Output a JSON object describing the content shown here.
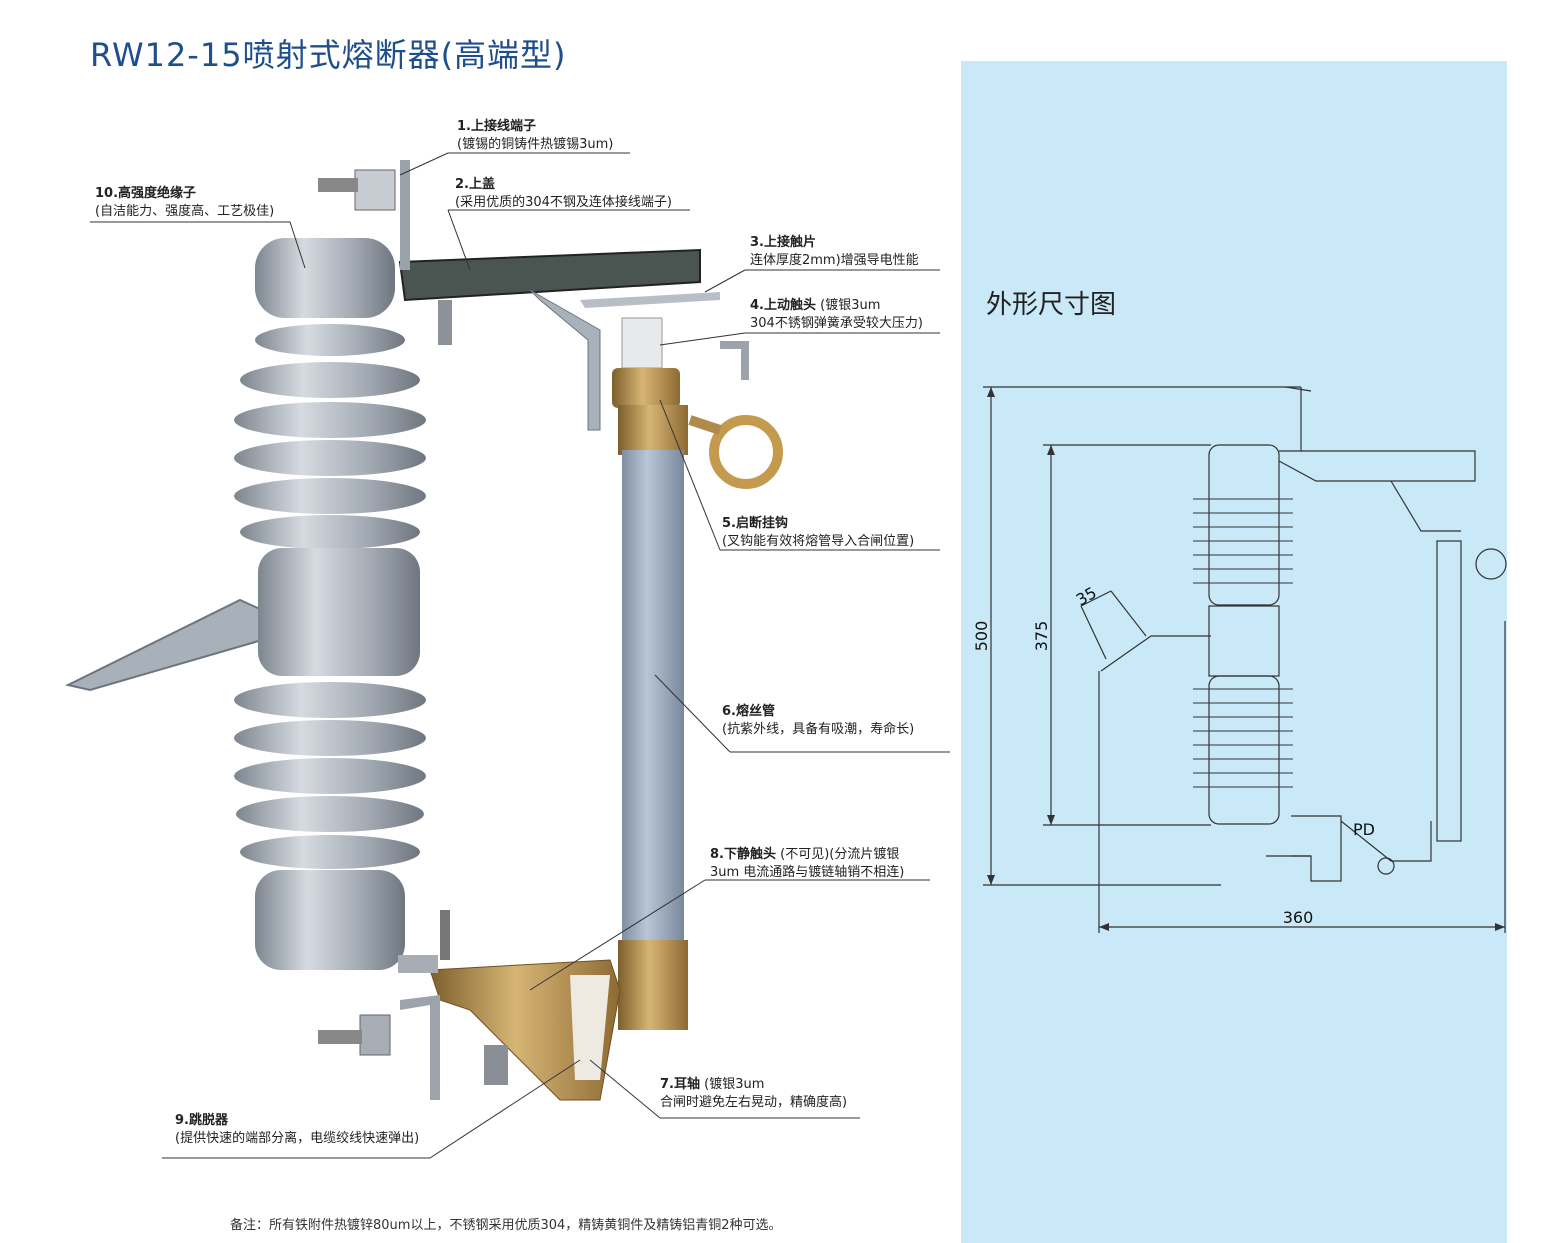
{
  "title": "RW12-15喷射式熔断器(高端型)",
  "callouts": [
    {
      "id": "c1",
      "heading": "1.上接线端子",
      "detail": "(镀锡的铜铸件热镀锡3um)"
    },
    {
      "id": "c2",
      "heading": "2.上盖",
      "detail": "(采用优质的304不钢及连体接线端子)"
    },
    {
      "id": "c3",
      "heading": "3.上接触片",
      "detail": "连体厚度2mm)增强导电性能"
    },
    {
      "id": "c4",
      "heading": "4.上动触头",
      "heading_extra": "(镀银3um",
      "detail": "304不锈钢弹簧承受较大压力)"
    },
    {
      "id": "c5",
      "heading": "5.启断挂钩",
      "detail": "(叉钩能有效将熔管导入合闸位置)"
    },
    {
      "id": "c6",
      "heading": "6.熔丝管",
      "detail": "(抗紫外线，具备有吸潮，寿命长)"
    },
    {
      "id": "c7",
      "heading": "7.耳轴",
      "heading_extra": "(镀银3um",
      "detail": "合闸时避免左右晃动，精确度高)"
    },
    {
      "id": "c8",
      "heading": "8.下静触头",
      "heading_extra": "(不可见)(分流片镀银",
      "detail": "3um  电流通路与镀链轴销不相连)"
    },
    {
      "id": "c9",
      "heading": "9.跳脱器",
      "detail": "(提供快速的端部分离，电缆绞线快速弹出)"
    },
    {
      "id": "c10",
      "heading": "10.高强度绝缘子",
      "detail": "(自洁能力、强度高、工艺极佳)"
    }
  ],
  "note": "备注：所有铁附件热镀锌80um以上，不锈钢采用优质304，精铸黄铜件及精铸铝青铜2种可选。",
  "drawing": {
    "title": "外形尺寸图",
    "dimensions": {
      "height_total": "500",
      "height_insulator": "375",
      "width_total": "360",
      "angle_dim": "35"
    },
    "marking": "PD"
  },
  "colors": {
    "title": "#1f4e8c",
    "panel": "#c9e8f8",
    "porcelain": "#9aa2ad",
    "brass": "#b08a4a",
    "tube": "#9aa9bd"
  }
}
